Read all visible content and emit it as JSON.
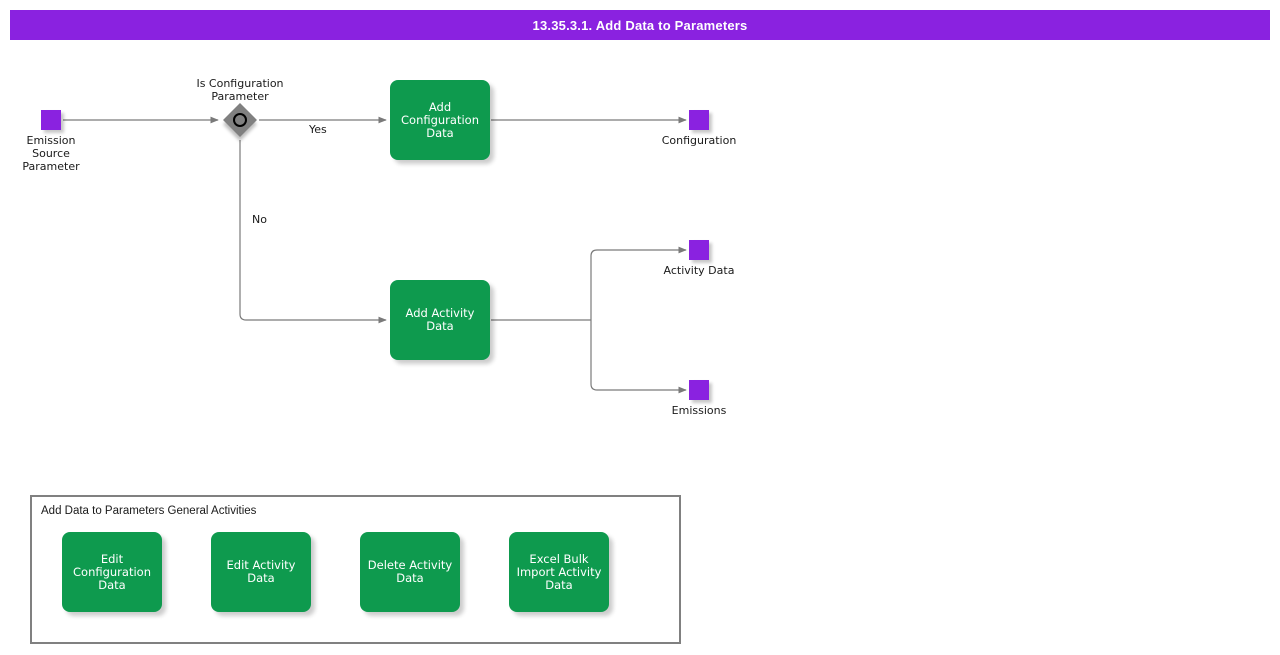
{
  "title_bar": {
    "title": "13.35.3.1. Add Data to Parameters",
    "background_color": "#8A22E0",
    "text_color": "#FFFFFF"
  },
  "colors": {
    "accent_purple": "#8A22E0",
    "activity_green": "#0E9A4E",
    "decision_gray": "#808080",
    "edge_gray": "#7A7A7A",
    "border_gray": "#808080",
    "text_dark": "#1A1A1A",
    "canvas_white": "#FFFFFF"
  },
  "diagram": {
    "type": "flowchart",
    "start_node": {
      "id": "emission-source-parameter",
      "label": "Emission Source Parameter",
      "shape": "square",
      "color": "#8A22E0"
    },
    "decision": {
      "id": "is-configuration-parameter",
      "label": "Is Configuration Parameter",
      "shape": "diamond-with-circle",
      "color": "#808080"
    },
    "activities": [
      {
        "id": "add-configuration-data",
        "label": "Add Configuration Data",
        "color": "#0E9A4E"
      },
      {
        "id": "add-activity-data",
        "label": "Add Activity Data",
        "color": "#0E9A4E"
      }
    ],
    "outputs": [
      {
        "id": "configuration",
        "label": "Configuration",
        "shape": "square",
        "color": "#8A22E0"
      },
      {
        "id": "activity-data",
        "label": "Activity Data",
        "shape": "square",
        "color": "#8A22E0"
      },
      {
        "id": "emissions",
        "label": "Emissions",
        "shape": "square",
        "color": "#8A22E0"
      }
    ],
    "edge_labels": {
      "yes": "Yes",
      "no": "No"
    }
  },
  "general_activities": {
    "group_title": "Add Data to Parameters General Activities",
    "items": [
      {
        "id": "edit-configuration-data",
        "label": "Edit Configuration Data"
      },
      {
        "id": "edit-activity-data",
        "label": "Edit Activity Data"
      },
      {
        "id": "delete-activity-data",
        "label": "Delete Activity Data"
      },
      {
        "id": "excel-bulk-import-activity-data",
        "label": "Excel Bulk Import Activity Data"
      }
    ]
  }
}
